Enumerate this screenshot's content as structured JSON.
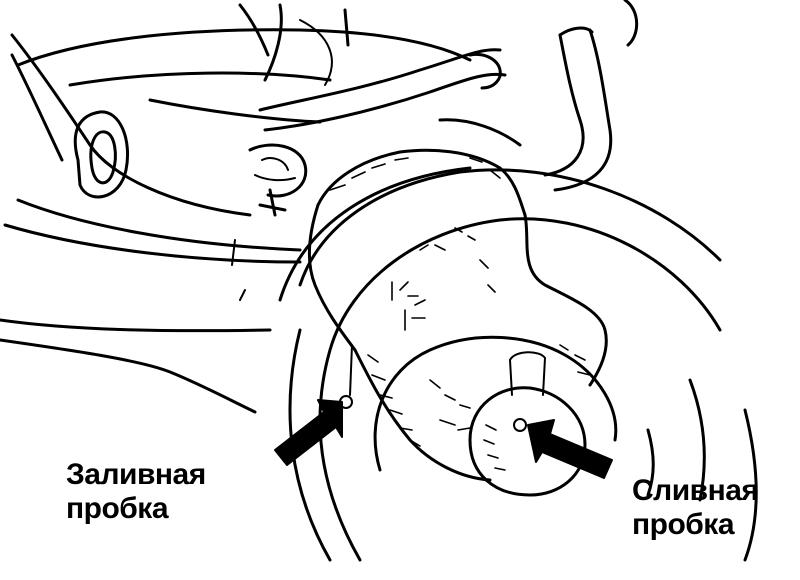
{
  "labels": {
    "fill_plug": {
      "line1": "Заливная",
      "line2": "пробка"
    },
    "drain_plug": {
      "line1": "Сливная",
      "line2": "пробка"
    }
  },
  "style": {
    "ink_color": "#000000",
    "background_color": "#ffffff"
  }
}
